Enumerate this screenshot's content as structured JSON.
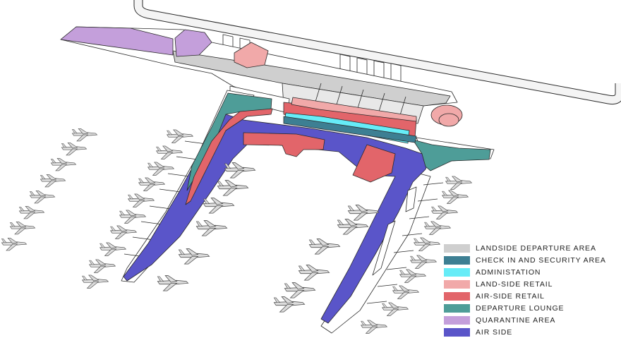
{
  "colors": {
    "landside_departure": "#cfcfcf",
    "check_in_security": "#3d7f93",
    "administration": "#66ecf7",
    "landside_retail": "#f1a9a9",
    "airside_retail": "#e2656a",
    "departure_lounge": "#4e9d98",
    "quarantine": "#c49fdb",
    "airside": "#5a55c9",
    "outline": "#2a2a2a",
    "aircraft": "#dcdcdc"
  },
  "legend": {
    "items": [
      {
        "key": "landside-departure-area",
        "label": "LANDSIDE DEPARTURE AREA",
        "color": "#cfcfcf"
      },
      {
        "key": "check-in-and-security-area",
        "label": "CHECK IN AND SECURITY AREA",
        "color": "#3d7f93"
      },
      {
        "key": "administation",
        "label": "ADMINISTATION",
        "color": "#66ecf7"
      },
      {
        "key": "land-side-retail",
        "label": "LAND-SIDE RETAIL",
        "color": "#f1a9a9"
      },
      {
        "key": "air-side-retail",
        "label": "AIR-SIDE RETAIL",
        "color": "#e2656a"
      },
      {
        "key": "departure-lounge",
        "label": "DEPARTURE LOUNGE",
        "color": "#4e9d98"
      },
      {
        "key": "quarantine-area",
        "label": "QUARANTINE AREA",
        "color": "#c49fdb"
      },
      {
        "key": "air-side",
        "label": "AIR SIDE",
        "color": "#5a55c9"
      }
    ]
  }
}
